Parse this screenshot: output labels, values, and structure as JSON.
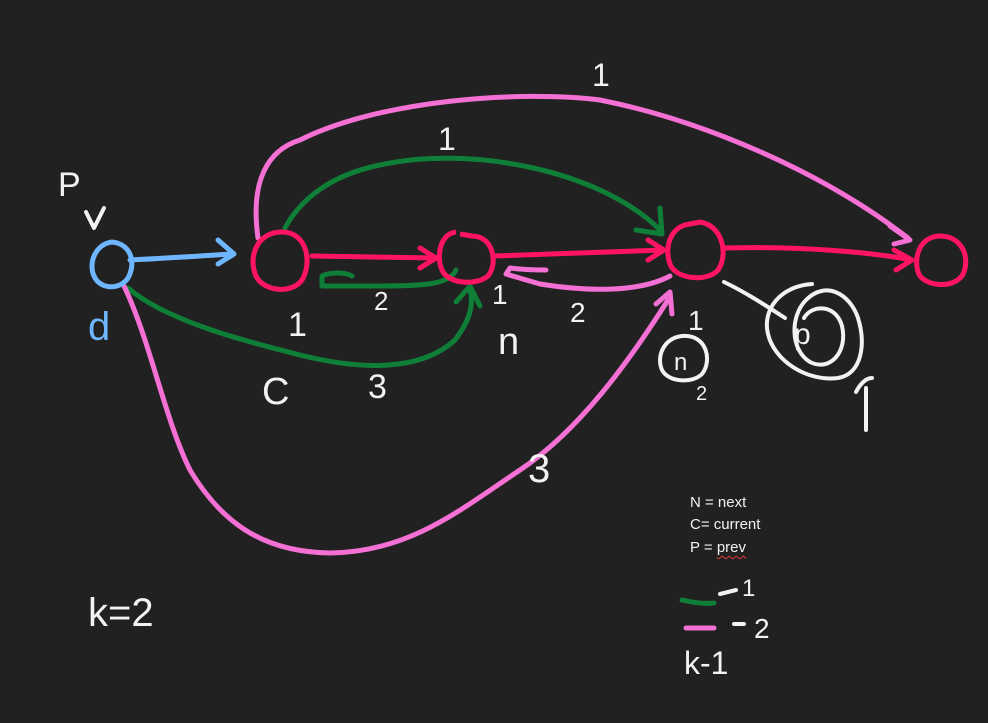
{
  "colors": {
    "background": "#212121",
    "node_red": "#ff1464",
    "node_blue": "#6eb6ff",
    "edge_green": "#0f7f38",
    "edge_pink": "#f470d4",
    "ink_white": "#f2f2f2",
    "spellcheck_red": "#e23a3a"
  },
  "diagram": {
    "handwritten": {
      "p_above_dummy": "P",
      "d_below_dummy": "d",
      "c_label": "C",
      "n_label": "n",
      "n_circled": "n",
      "n_sub": "2",
      "p_circled": "p",
      "k_equals": "k=2",
      "label_1_top_pink": "1",
      "label_1_top_green": "1",
      "label_1_node1": "1",
      "label_1_node2": "1",
      "label_1_node3": "1",
      "label_1_right": "1",
      "label_2_a": "2",
      "label_2_b": "2",
      "label_3_green": "3",
      "label_3_pink": "3",
      "legend_green": "1",
      "legend_pink": "2",
      "legend_k": "k-1"
    }
  },
  "legend": {
    "next": "N = next",
    "current": "C= current",
    "prev_prefix": "P = ",
    "prev_word": "prev"
  }
}
